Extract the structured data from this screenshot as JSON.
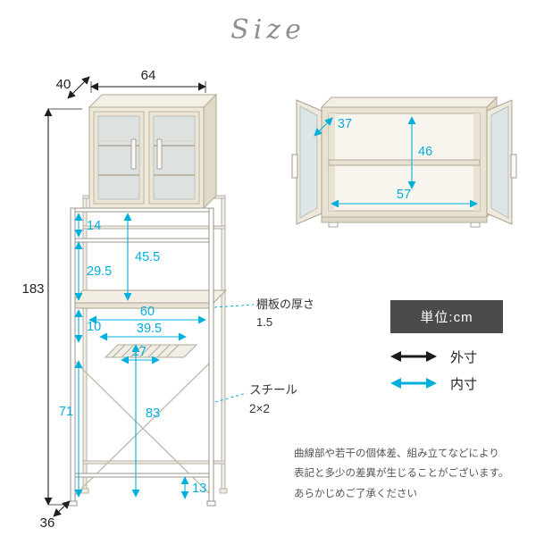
{
  "title": "Size",
  "unit_label": "単位:cm",
  "legend": {
    "outer_label": "外寸",
    "inner_label": "内寸"
  },
  "colors": {
    "outer_dim": "#1f1f1f",
    "inner_dim": "#00b0dc"
  },
  "front_view": {
    "outer": {
      "depth_top": "40",
      "width_top": "64",
      "height": "183",
      "base_depth": "36"
    },
    "inner": {
      "top_gap": "14",
      "upper_gap": "29.5",
      "cabinet_to_shelf": "45.5",
      "shelf_width": "60",
      "lower_shelf_width": "39.5",
      "shelf_gap": "10",
      "lower_shelf_offset": "17",
      "leg_clearance": "71",
      "under_shelf_height": "83",
      "foot_height": "13"
    },
    "notes": {
      "shelf_label": "棚板の厚さ",
      "shelf_value": "1.5",
      "steel_label": "スチール",
      "steel_value": "2×2"
    }
  },
  "cabinet_view": {
    "inner_depth": "37",
    "inner_height": "46",
    "inner_width": "57"
  },
  "disclaimer": {
    "line1": "曲線部や若干の個体差、組み立てなどにより",
    "line2": "表記と多少の差異が生じることがございます。",
    "line3": "あらかじめご了承ください"
  }
}
